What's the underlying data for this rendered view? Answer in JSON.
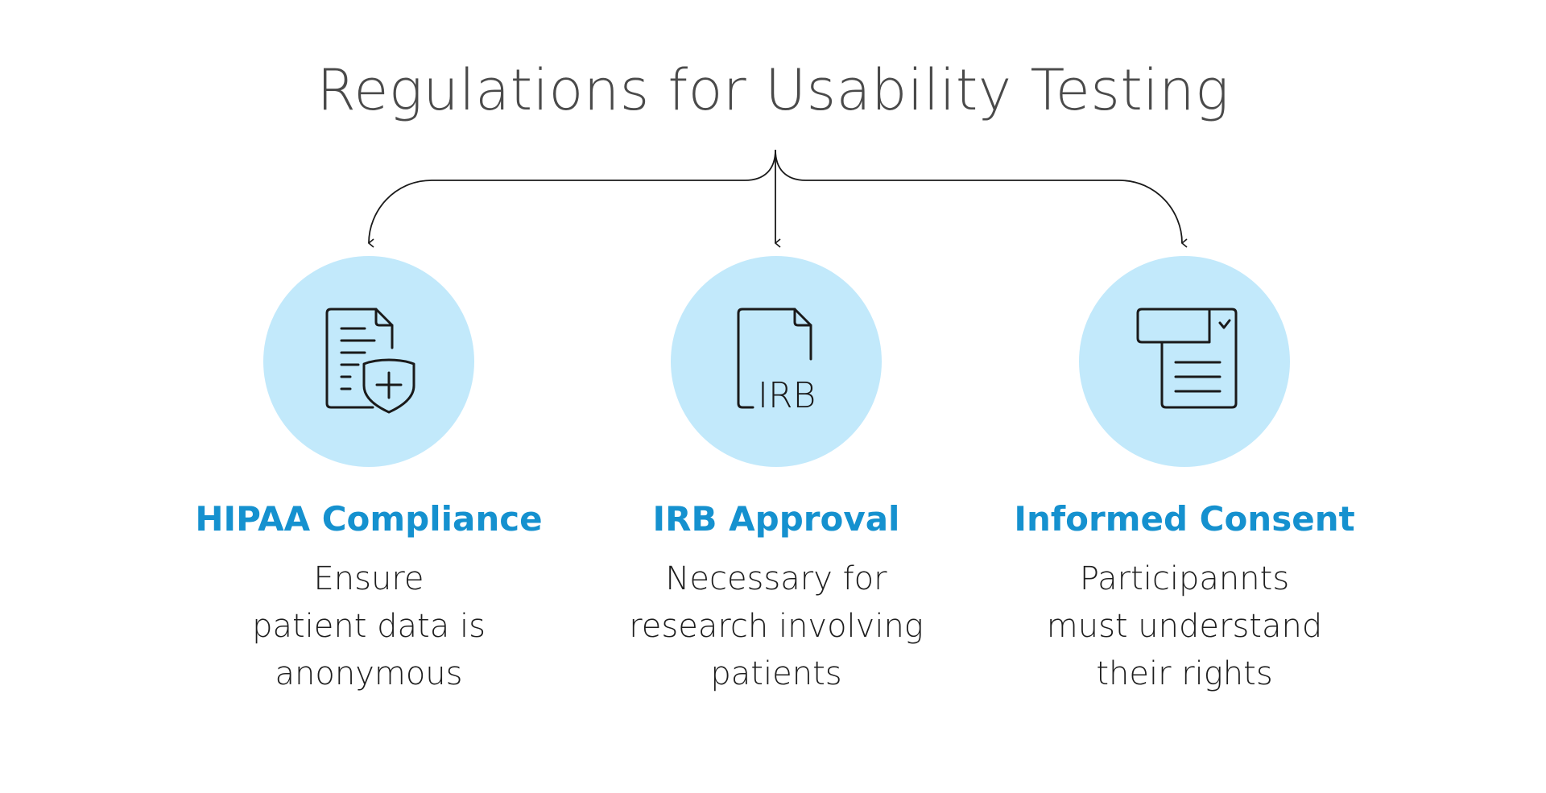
{
  "title": "Regulations for Usability Testing",
  "colors": {
    "title": "#4a4a4a",
    "accent": "#1591cf",
    "circle": "#c2e9fb",
    "text": "#1e1e1e",
    "line": "#1a1a1a"
  },
  "items": [
    {
      "title": "HIPAA Compliance",
      "description": "Ensure\npatient data is\nanonymous",
      "icon": "document-shield-icon"
    },
    {
      "title": "IRB Approval",
      "description": "Necessary for\nresearch involving\npatients",
      "icon": "irb-document-icon"
    },
    {
      "title": "Informed Consent",
      "description": "Participannts\nmust understand\ntheir rights",
      "icon": "consent-form-icon"
    }
  ],
  "icon_text": {
    "irb": "IRB"
  }
}
